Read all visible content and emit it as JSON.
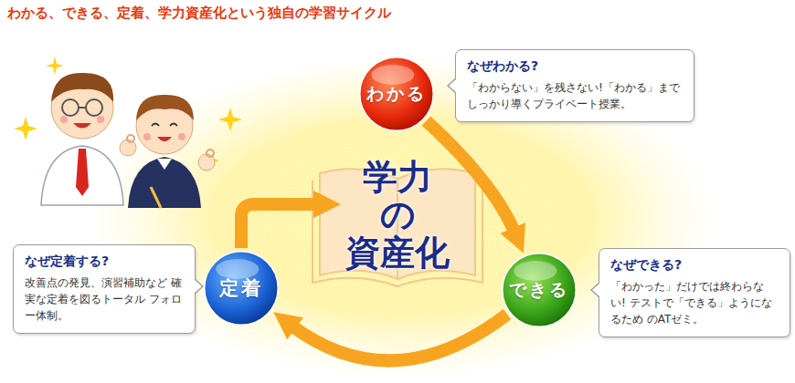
{
  "diagram": {
    "title": "わかる、できる、定着、学力資産化という独自の学習サイクル",
    "nodes": [
      {
        "text": [
          "学力 の 資産化"
        ]
      },
      {
        "text": [
          "わかる"
        ]
      },
      {
        "text": [
          "なぜわかる?",
          "「わからない」を残さない!「わかる」まで しっかり導くプライベート授業。"
        ]
      },
      {
        "text": [
          "できる"
        ]
      },
      {
        "text": [
          "なぜできる?",
          "「わかった」だけでは終わらない! テストで「できる」ようになるため のATゼミ。"
        ]
      },
      {
        "text": [
          "定着"
        ]
      },
      {
        "text": [
          "なぜ定着する?",
          "改善点の発見、演習補助など 確実な定着を図るトータル フォロー体制。"
        ]
      }
    ],
    "edges": [
      {
        "from": 1,
        "to": 3,
        "arrow": "to"
      },
      {
        "from": 3,
        "to": 5,
        "arrow": "to"
      },
      {
        "from": 5,
        "to": 0,
        "arrow": "to"
      }
    ]
  }
}
